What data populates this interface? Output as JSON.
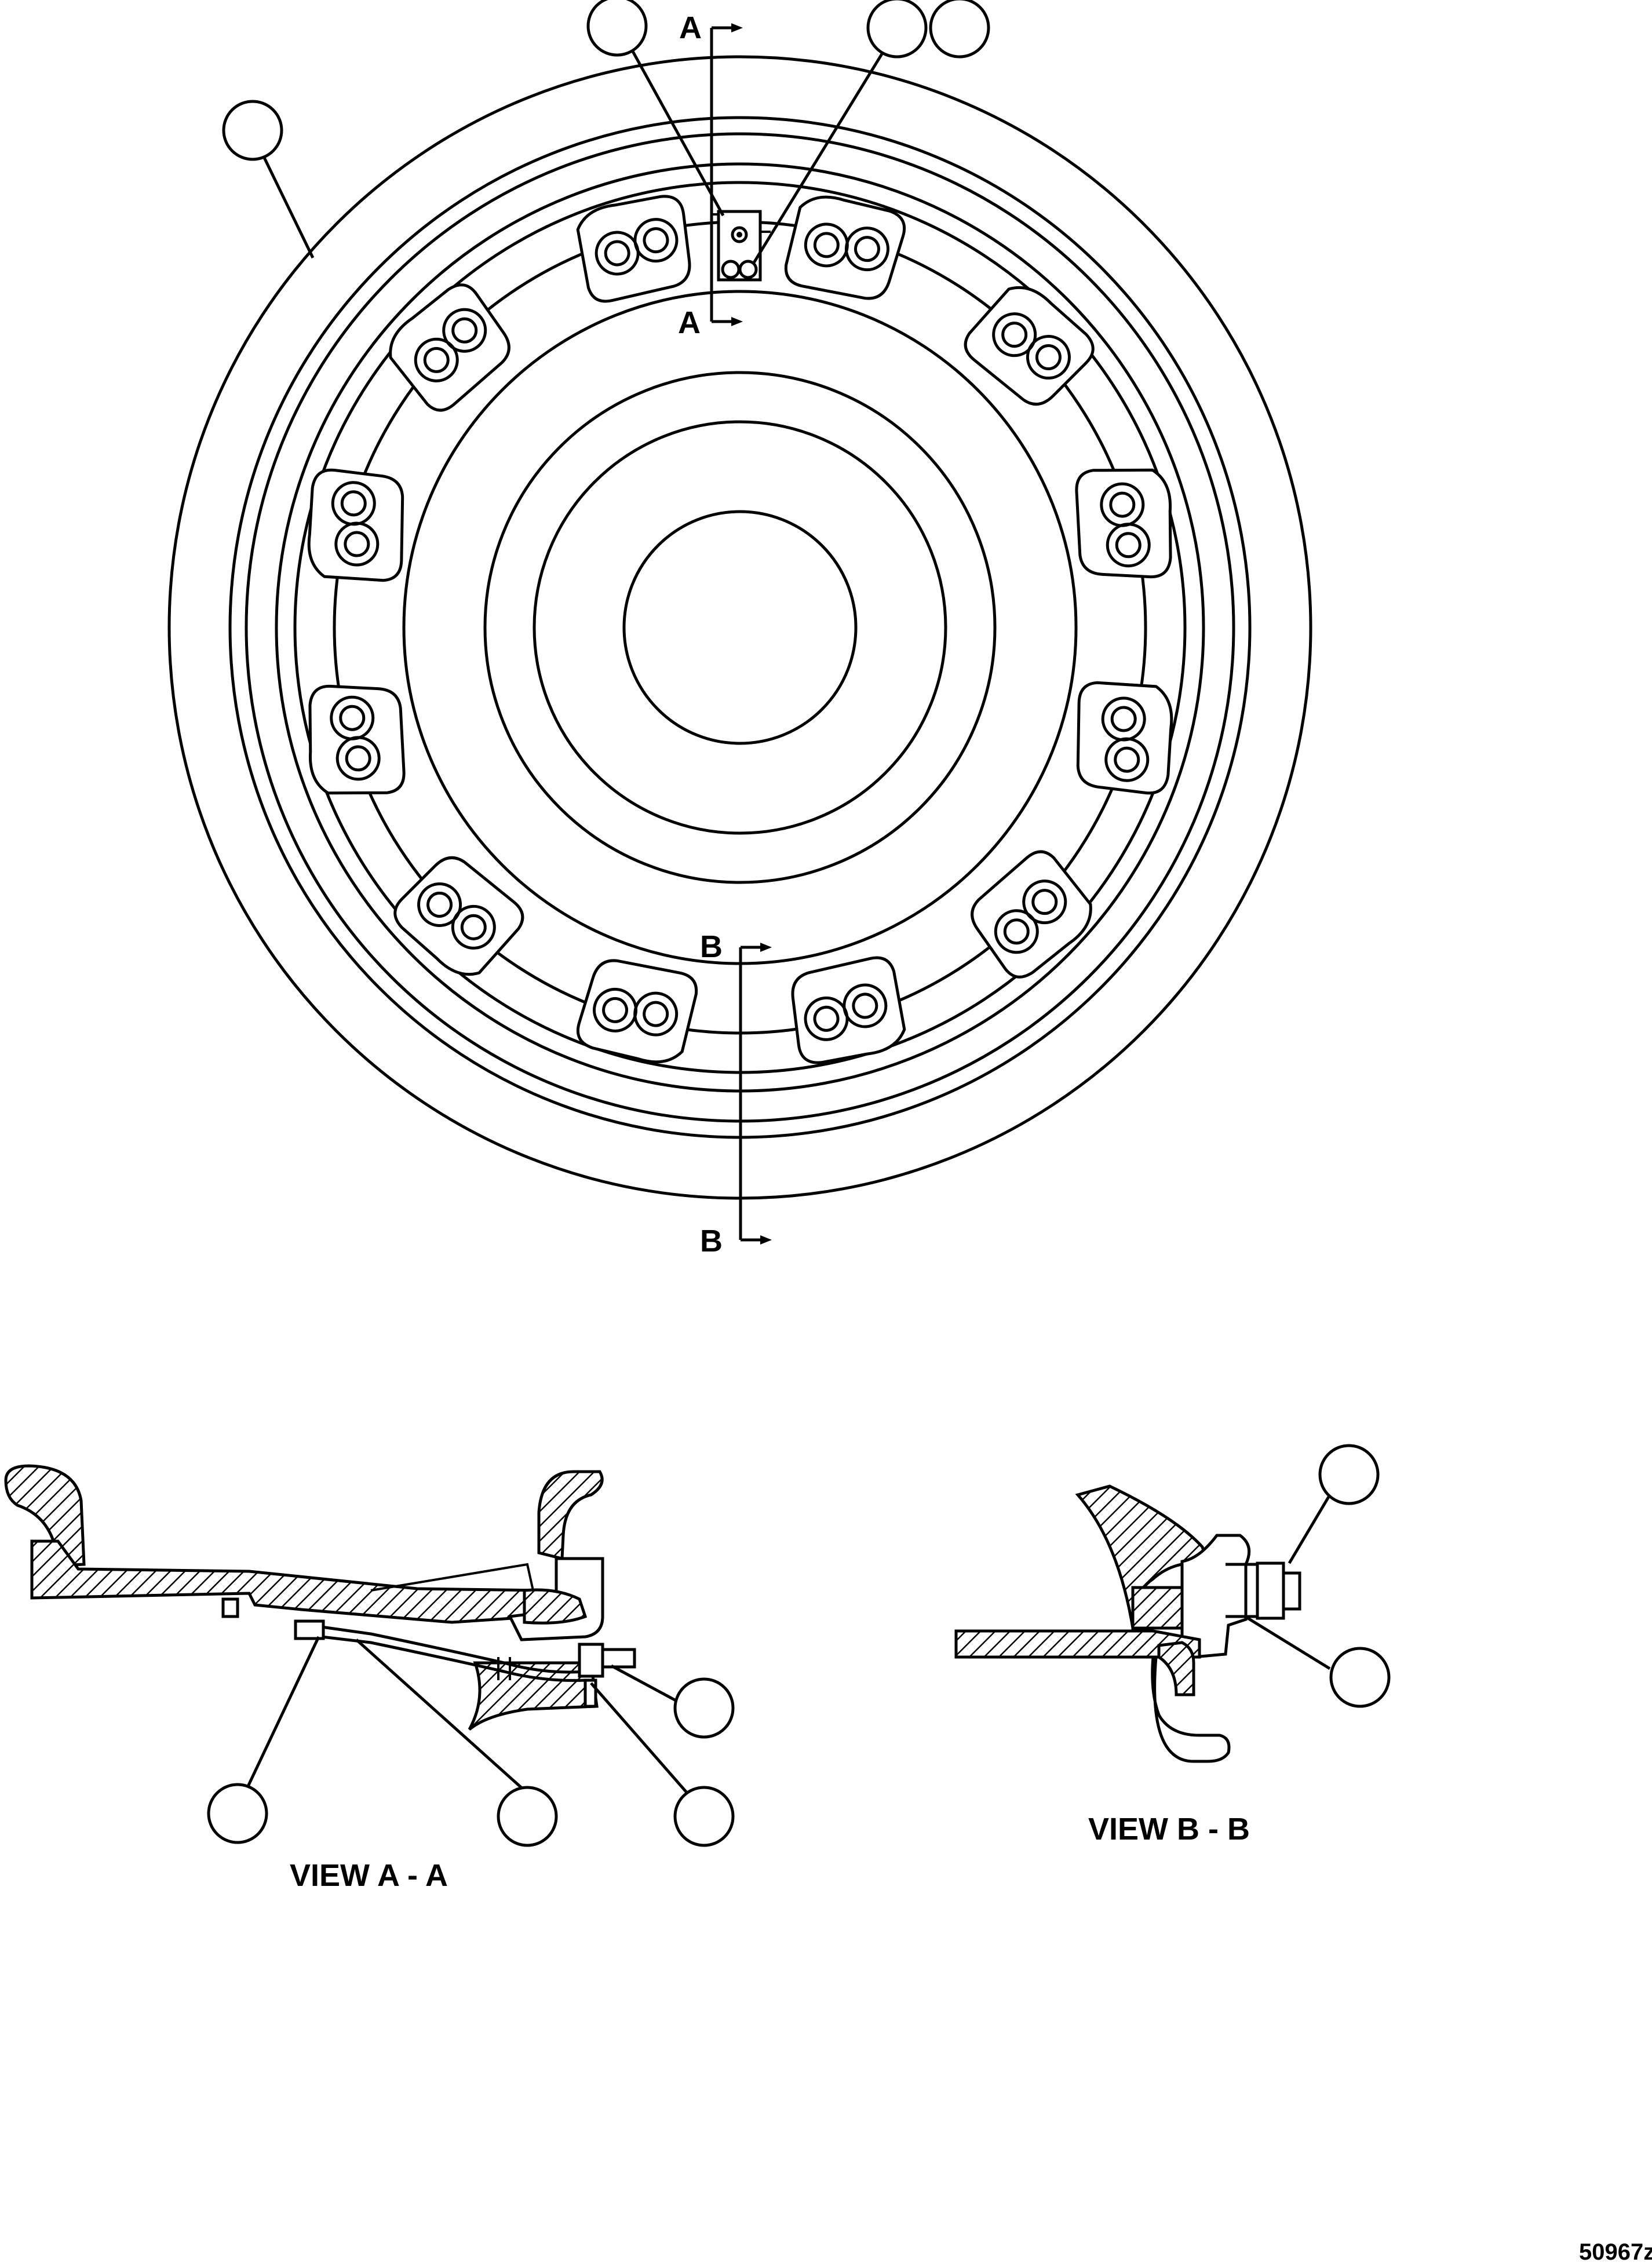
{
  "section_markers": {
    "a_top": "A",
    "a_bottom": "A",
    "b_top": "B",
    "b_bottom": "B"
  },
  "views": {
    "view_a_title": "VIEW A - A",
    "view_b_title": "VIEW B - B"
  },
  "figure_id": "50967z"
}
